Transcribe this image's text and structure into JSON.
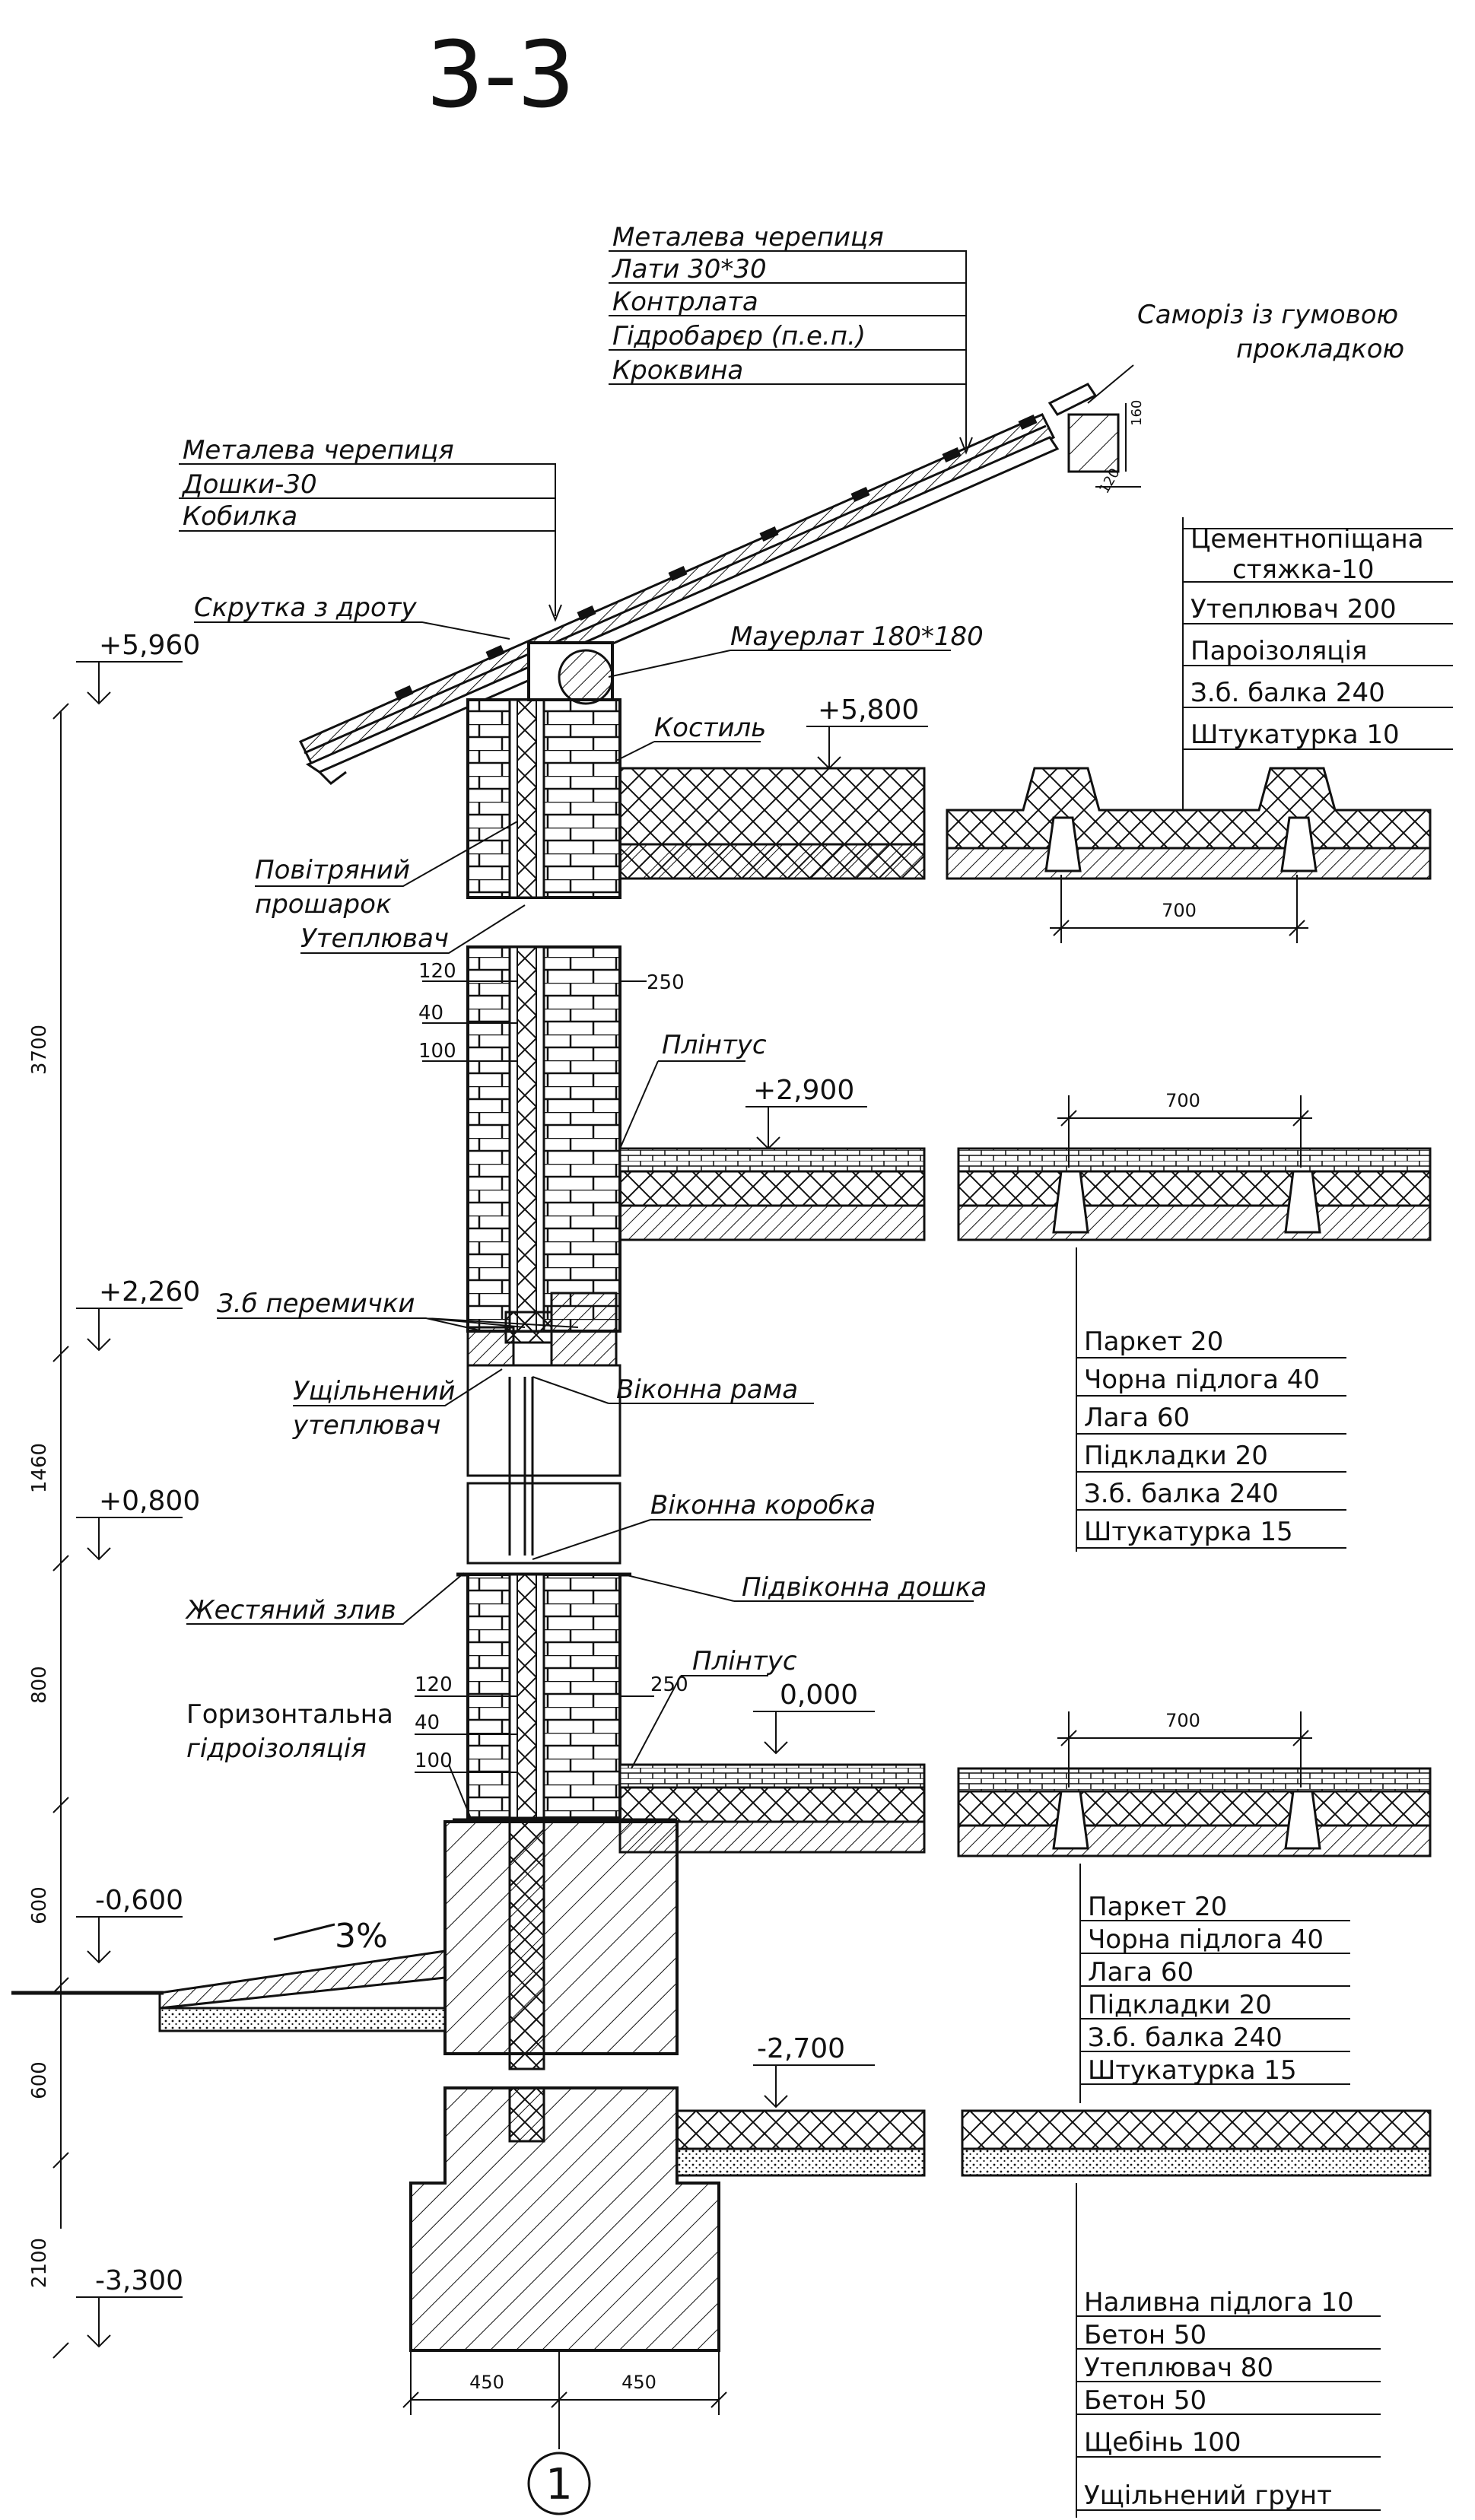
{
  "title": "3-3",
  "axis_marker": "1",
  "elevations": [
    "+5,960",
    "+5,800",
    "+2,900",
    "+2,260",
    "+0,800",
    "0,000",
    "-0,600",
    "-2,700",
    "-3,300"
  ],
  "vertical_dims": [
    "3700",
    "1460",
    "800",
    "600",
    "600",
    "2100"
  ],
  "roof_callout_1": [
    "Металева черепиця",
    "Лати 30*30",
    "Контрлата",
    "Гідробарєр (п.е.п.)",
    "Кроквина"
  ],
  "roof_callout_2": [
    "Металева черепиця",
    "Дошки-30",
    "Кобилка"
  ],
  "screw_label": [
    "Саморіз із гумовою",
    "прокладкою"
  ],
  "screw_dims": [
    "160",
    "120"
  ],
  "labels": {
    "wire_twist": "Скрутка з дроту",
    "mauerlat": "Мауерлат 180*180",
    "crutch": "Костиль",
    "air_gap_1": "Повітряний",
    "air_gap_2": "прошарок",
    "insulation": "Утеплювач",
    "lintels": "З.б перемички",
    "sealed_1": "Ущільнений",
    "sealed_2": "утеплювач",
    "window_frame": "Віконна рама",
    "window_box": "Віконна коробка",
    "sill_board": "Підвіконна дошка",
    "drip": "Жестяний злив",
    "plinth_1": "Плінтус",
    "plinth_2": "Плінтус",
    "waterproof_1": "Горизонтальна",
    "waterproof_2": "гідроізоляція",
    "slope": "3%"
  },
  "wall_dims_upper": [
    "120",
    "40",
    "100",
    "250"
  ],
  "wall_dims_lower": [
    "120",
    "40",
    "100",
    "250"
  ],
  "beam_spacing": "700",
  "foundation_dims": [
    "450",
    "450"
  ],
  "attic_floor_layers": [
    "Цементнопіщана",
    "стяжка-10",
    "Утеплювач 200",
    "Пароізоляція",
    "З.б. балка 240",
    "Штукатурка 10"
  ],
  "floor_2_layers": [
    "Паркет 20",
    "Чорна підлога 40",
    "Лага 60",
    "Підкладки 20",
    "З.б. бaлка 240",
    "Штукатурка 15"
  ],
  "floor_1_layers": [
    "Паркет 20",
    "Чорна підлога 40",
    "Лага 60",
    "Підкладки 20",
    "З.б. балка 240",
    "Штукатурка 15"
  ],
  "basement_layers": [
    "Наливна підлога 10",
    "Бетон 50",
    "Утеплювач 80",
    "Бетон 50",
    "Щебінь 100",
    "Ущільнений грунт"
  ]
}
